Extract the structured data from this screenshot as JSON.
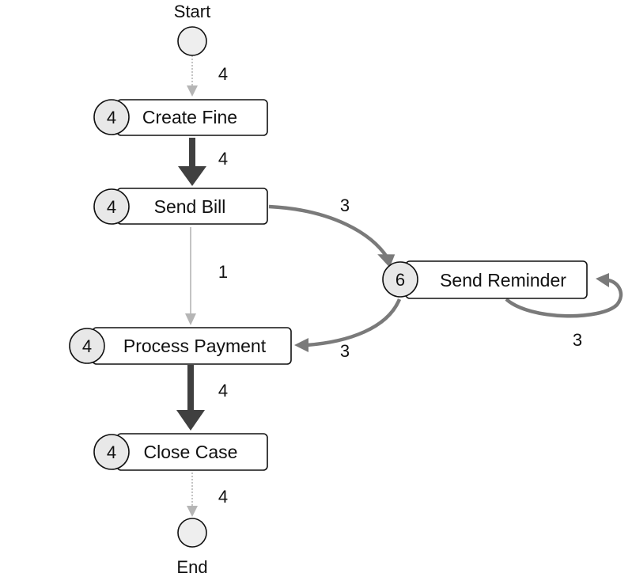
{
  "start_label": "Start",
  "end_label": "End",
  "colors": {
    "edge_heavy": "#404040",
    "edge_medium": "#7a7a7a",
    "edge_light": "#b5b5b5",
    "circle_fill": "#e8e8e8"
  },
  "nodes": [
    {
      "id": "create-fine",
      "label": "Create Fine",
      "count": "4"
    },
    {
      "id": "send-bill",
      "label": "Send Bill",
      "count": "4"
    },
    {
      "id": "send-reminder",
      "label": "Send Reminder",
      "count": "6"
    },
    {
      "id": "process-payment",
      "label": "Process Payment",
      "count": "4"
    },
    {
      "id": "close-case",
      "label": "Close Case",
      "count": "4"
    }
  ],
  "edges": [
    {
      "from": "start",
      "to": "create-fine",
      "label": "4"
    },
    {
      "from": "create-fine",
      "to": "send-bill",
      "label": "4"
    },
    {
      "from": "send-bill",
      "to": "send-reminder",
      "label": "3"
    },
    {
      "from": "send-bill",
      "to": "process-payment",
      "label": "1"
    },
    {
      "from": "send-reminder",
      "to": "process-payment",
      "label": "3"
    },
    {
      "from": "send-reminder",
      "to": "send-reminder",
      "label": "3"
    },
    {
      "from": "process-payment",
      "to": "close-case",
      "label": "4"
    },
    {
      "from": "close-case",
      "to": "end",
      "label": "4"
    }
  ]
}
